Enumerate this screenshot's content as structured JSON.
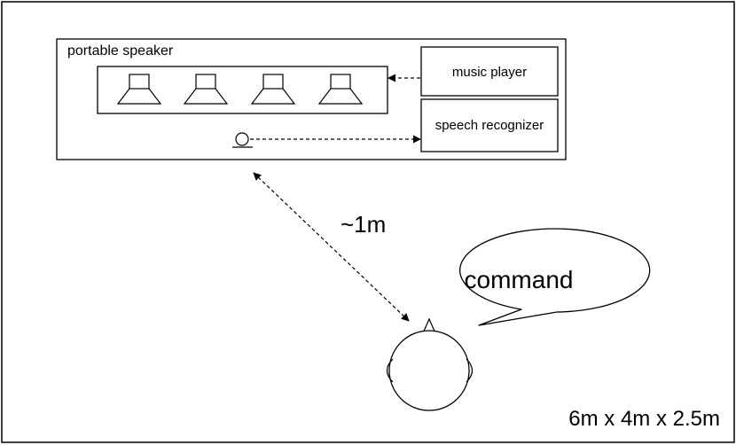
{
  "room": {
    "dimensions_label": "6m x 4m x 2.5m"
  },
  "speaker_unit": {
    "title": "portable speaker",
    "driver_count": 4,
    "modules": {
      "music_player": "music player",
      "speech_recognizer": "speech recognizer"
    }
  },
  "distance_label": "~1m",
  "speech_bubble": {
    "text": "command"
  }
}
